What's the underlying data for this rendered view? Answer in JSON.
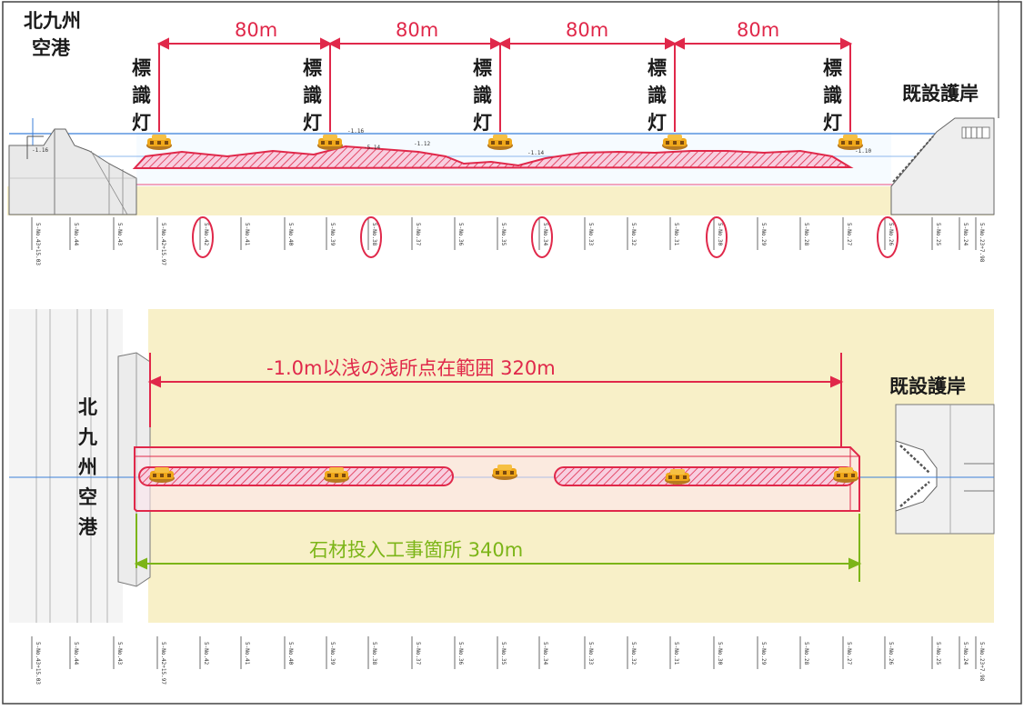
{
  "section_view": {
    "left_label": [
      "北九州",
      "空港"
    ],
    "right_label": "既設護岸",
    "light_label_chars": [
      "標",
      "識",
      "灯"
    ],
    "spacing_labels": [
      "80m",
      "80m",
      "80m",
      "80m"
    ],
    "elevation_marks": [
      "-1.16",
      "-5.14",
      "-1.12",
      "-1.14",
      "-1.10"
    ],
    "station_labels": [
      "5-No.43+15.03",
      "5-No.44",
      "5-No.43",
      "5-No.42+15.97",
      "5-No.42",
      "5-No.41",
      "5-No.40",
      "5-No.39",
      "5-No.38",
      "5-No.37",
      "5-No.36",
      "5-No.35",
      "5-No.34",
      "5-No.33",
      "5-No.32",
      "5-No.31",
      "5-No.30",
      "5-No.29",
      "5-No.28",
      "5-No.27",
      "5-No.26",
      "5-No.25",
      "5-No.24",
      "5-No.23+7.98",
      "5-No.23"
    ],
    "circled_stations": [
      "5-No.42",
      "5-No.38",
      "5-No.34",
      "5-No.30",
      "5-No.26"
    ]
  },
  "plan_view": {
    "left_label": [
      "北",
      "九",
      "州",
      "空",
      "港"
    ],
    "right_label": "既設護岸",
    "shallow_range_label": "-1.0m以浅の浅所点在範囲 320m",
    "work_range_label": "石材投入工事箇所 340m",
    "station_labels": [
      "5-No.43+15.03",
      "5-No.44",
      "5-No.43",
      "5-No.42+15.97",
      "5-No.42",
      "5-No.41",
      "5-No.40",
      "5-No.39",
      "5-No.38",
      "5-No.37",
      "5-No.36",
      "5-No.35",
      "5-No.34",
      "5-No.33",
      "5-No.32",
      "5-No.31",
      "5-No.30",
      "5-No.29",
      "5-No.28",
      "5-No.27",
      "5-No.26",
      "5-No.25",
      "5-No.24",
      "5-No.23+7.98",
      "5-No.23"
    ]
  },
  "colors": {
    "dimension_red": "#e0284a",
    "work_green": "#7cb518",
    "shoal_fill": "#f7c6d8",
    "sand": "#f8f0c8",
    "water_line": "#3b7fd9",
    "buoy": "#e8a317"
  }
}
